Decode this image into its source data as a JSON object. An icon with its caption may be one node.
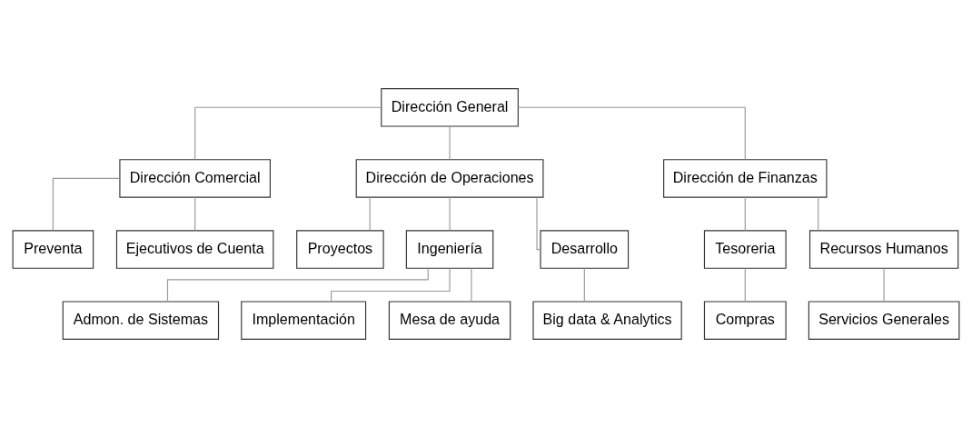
{
  "diagram": {
    "nodes": [
      {
        "text": [
          "Dirección General"
        ]
      },
      {
        "text": [
          "Dirección Comercial"
        ]
      },
      {
        "text": [
          "Dirección de Operaciones"
        ]
      },
      {
        "text": [
          "Dirección de Finanzas"
        ]
      },
      {
        "text": [
          "Preventa"
        ]
      },
      {
        "text": [
          "Ejecutivos de Cuenta"
        ]
      },
      {
        "text": [
          "Proyectos"
        ]
      },
      {
        "text": [
          "Ingeniería"
        ]
      },
      {
        "text": [
          "Desarrollo"
        ]
      },
      {
        "text": [
          "Tesoreria"
        ]
      },
      {
        "text": [
          "Recursos Humanos"
        ]
      },
      {
        "text": [
          "Admon. de Sistemas"
        ]
      },
      {
        "text": [
          "Implementación"
        ]
      },
      {
        "text": [
          "Mesa de ayuda"
        ]
      },
      {
        "text": [
          "Big data & Analytics"
        ]
      },
      {
        "text": [
          "Compras"
        ]
      },
      {
        "text": [
          "Servicios Generales"
        ]
      }
    ],
    "edges": [
      {
        "from": 0,
        "to": 1,
        "arrow": "none"
      },
      {
        "from": 0,
        "to": 2,
        "arrow": "none"
      },
      {
        "from": 0,
        "to": 3,
        "arrow": "none"
      },
      {
        "from": 1,
        "to": 4,
        "arrow": "none"
      },
      {
        "from": 1,
        "to": 5,
        "arrow": "none"
      },
      {
        "from": 2,
        "to": 6,
        "arrow": "none"
      },
      {
        "from": 2,
        "to": 7,
        "arrow": "none"
      },
      {
        "from": 2,
        "to": 8,
        "arrow": "none"
      },
      {
        "from": 3,
        "to": 9,
        "arrow": "none"
      },
      {
        "from": 3,
        "to": 10,
        "arrow": "none"
      },
      {
        "from": 7,
        "to": 11,
        "arrow": "none"
      },
      {
        "from": 7,
        "to": 12,
        "arrow": "none"
      },
      {
        "from": 7,
        "to": 13,
        "arrow": "none"
      },
      {
        "from": 8,
        "to": 14,
        "arrow": "none"
      },
      {
        "from": 9,
        "to": 15,
        "arrow": "none"
      },
      {
        "from": 10,
        "to": 16,
        "arrow": "none"
      }
    ]
  }
}
